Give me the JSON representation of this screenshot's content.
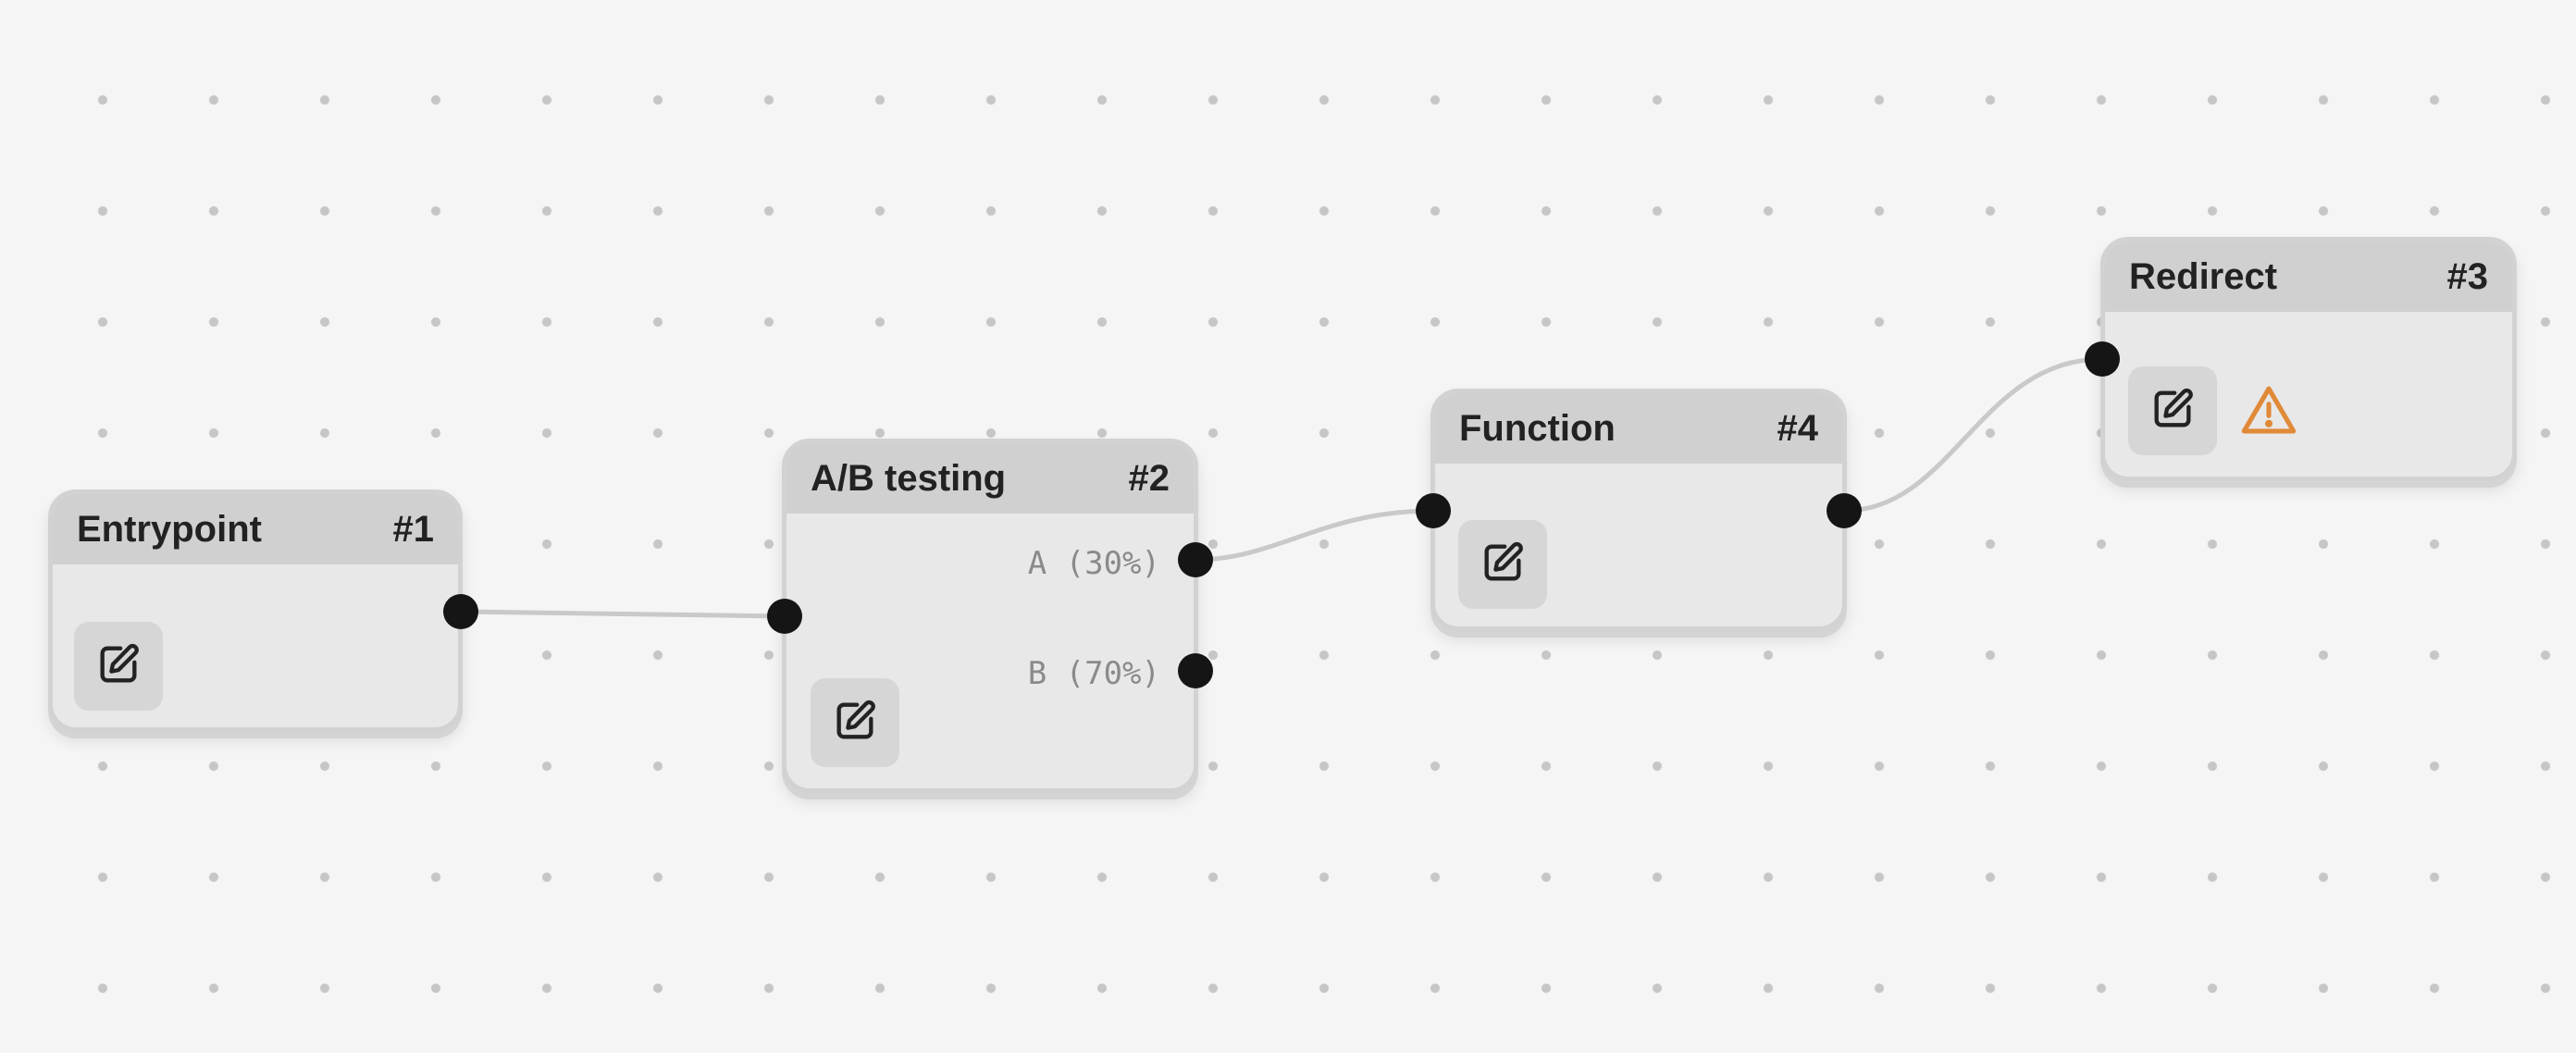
{
  "nodes": [
    {
      "key": "entrypoint",
      "title": "Entrypoint",
      "id": "#1",
      "outputs": []
    },
    {
      "key": "ab",
      "title": "A/B testing",
      "id": "#2",
      "outputs": [
        {
          "label": "A (30%)"
        },
        {
          "label": "B (70%)"
        }
      ]
    },
    {
      "key": "function",
      "title": "Function",
      "id": "#4",
      "outputs": []
    },
    {
      "key": "redirect",
      "title": "Redirect",
      "id": "#3",
      "outputs": [],
      "warning": true
    }
  ],
  "edges": [
    {
      "from": "Entrypoint",
      "to": "A/B testing"
    },
    {
      "from": "A/B testing A (30%)",
      "to": "Function"
    },
    {
      "from": "Function",
      "to": "Redirect"
    }
  ],
  "icons": {
    "edit": "edit-pencil-icon",
    "warning": "warning-triangle-icon"
  },
  "colors": {
    "port": "#151515",
    "warning": "#e08a38",
    "edge": "#c9c9c9"
  }
}
